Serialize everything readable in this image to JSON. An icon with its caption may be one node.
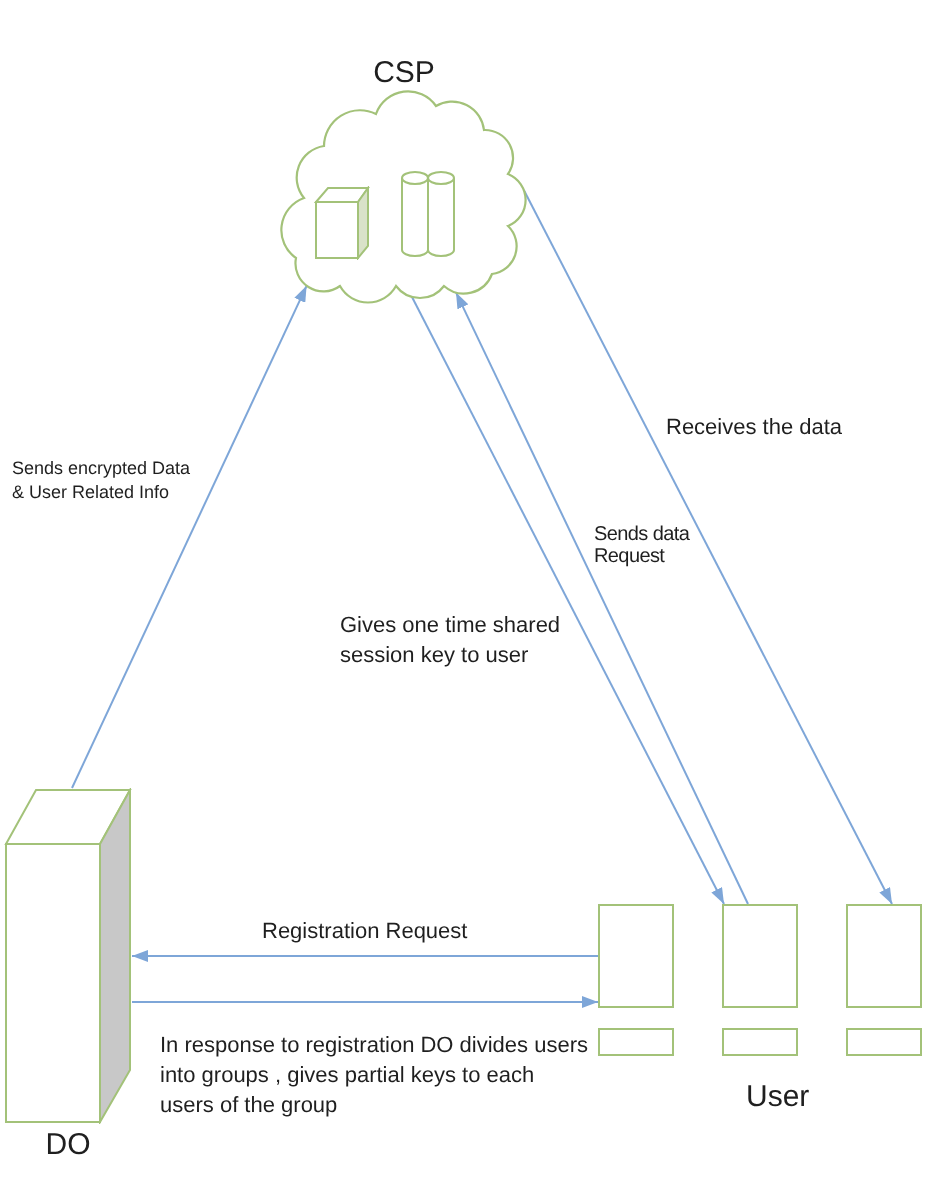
{
  "diagram": {
    "nodes": [
      {
        "text": [
          "CSP"
        ]
      },
      {
        "text": [
          "DO"
        ]
      },
      {
        "text": [],
        "shape": "box"
      },
      {
        "text": [],
        "shape": "box"
      },
      {
        "text": [],
        "shape": "box"
      }
    ],
    "edges": [
      {
        "from": 1,
        "to": 0,
        "arrow": "to",
        "label": "Sends encrypted Data & User Related Info"
      },
      {
        "from": 0,
        "to": 3,
        "arrow": "to",
        "label": "Gives one time shared session key to user"
      },
      {
        "from": 3,
        "to": 0,
        "arrow": "to",
        "label": "Sends data Request"
      },
      {
        "from": 0,
        "to": 4,
        "arrow": "to",
        "label": "Receives the data"
      },
      {
        "from": 2,
        "to": 1,
        "arrow": "to",
        "label": "Registration Request"
      },
      {
        "from": 1,
        "to": 2,
        "arrow": "to",
        "label": "In response to registration DO divides users into groups , gives partial keys to each users of the group"
      }
    ],
    "labels": [
      "User"
    ]
  }
}
